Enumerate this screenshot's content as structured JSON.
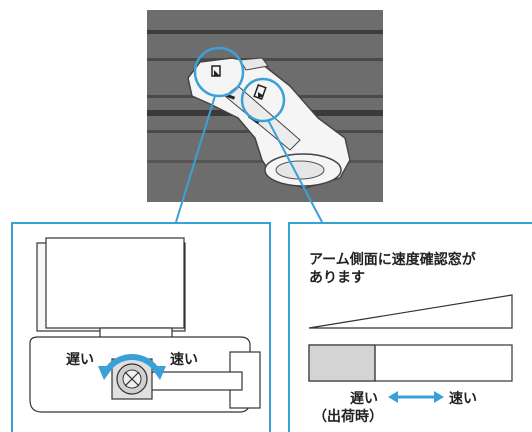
{
  "left_panel": {
    "slow_label": "遅い",
    "fast_label": "速い"
  },
  "right_panel": {
    "note_line1": "アーム側面に速度確認窓が",
    "note_line2": "あります",
    "slow_label": "遅い",
    "fast_label": "速い",
    "factory_label": "（出荷時）"
  },
  "colors": {
    "accent": "#3aa1d8",
    "photo_bg": "#6b6b6b",
    "window_gray": "#d4d4d4"
  },
  "icons": {
    "knob": "dial-knob-icon",
    "rotation": "rotation-arrow-icon",
    "double_arrow": "double-arrow-icon"
  }
}
